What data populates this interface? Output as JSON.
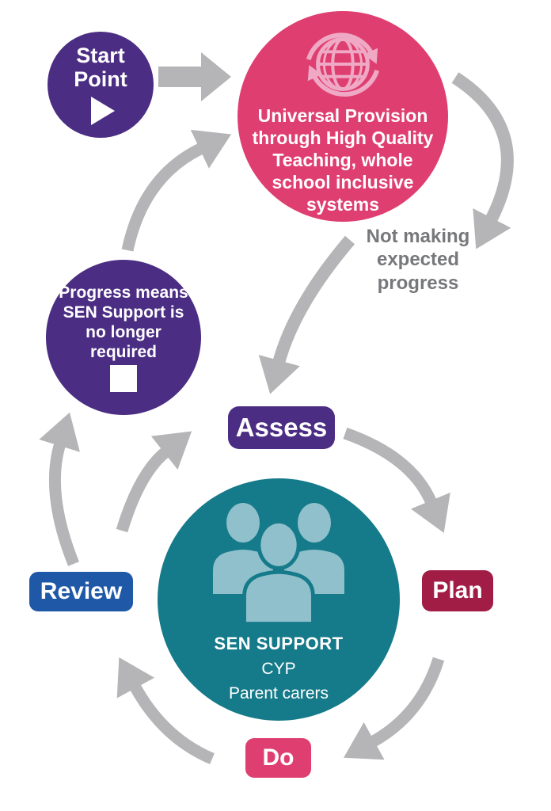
{
  "colors": {
    "purple": "#4b2d83",
    "pink": "#df3f70",
    "teal": "#157a89",
    "teal_light": "#8fc0cb",
    "blue": "#2058a8",
    "maroon": "#a11d45",
    "arrow_gray": "#b5b4b6",
    "label_gray": "#77787b",
    "globe_pink": "#efa9c5"
  },
  "nodes": {
    "start_point": {
      "label": "Start Point",
      "icon": "play-icon"
    },
    "universal_provision": {
      "label": "Universal Provision through High Quality Teaching, whole school inclusive systems",
      "icon": "globe-cycle-icon"
    },
    "not_making_progress": {
      "label": "Not making expected progress"
    },
    "progress_exit": {
      "label": "Progress means SEN Support is no longer required",
      "icon": "stop-square-icon"
    },
    "sen_support": {
      "title": "SEN SUPPORT",
      "line2": "CYP",
      "line3": "Parent carers",
      "icon": "people-icon"
    },
    "steps": {
      "assess": "Assess",
      "plan": "Plan",
      "do": "Do",
      "review": "Review"
    }
  }
}
